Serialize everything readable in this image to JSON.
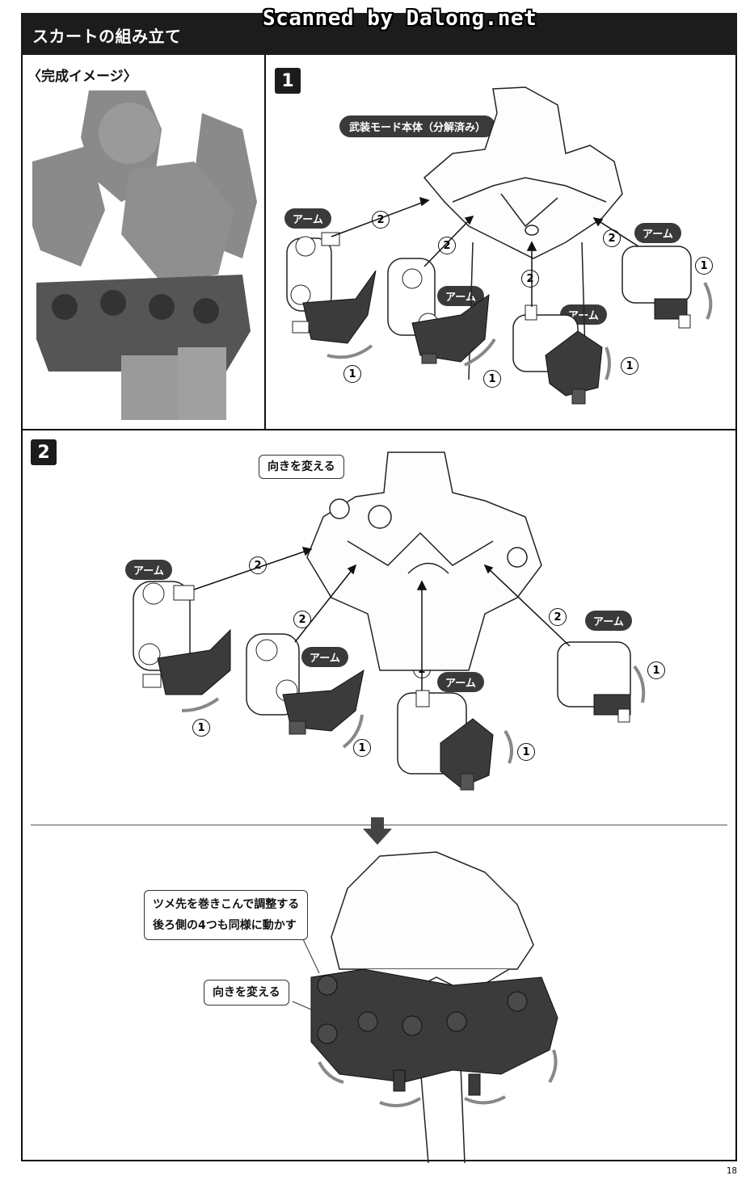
{
  "watermark": "Scanned by Dalong.net",
  "header": {
    "title": "スカートの組み立て"
  },
  "preview": {
    "label": "〈完成イメージ〉"
  },
  "step1": {
    "number": "1",
    "body_label": "武装モード本体（分解済み）",
    "arm_label": "アーム",
    "order_first": "1",
    "order_second": "2"
  },
  "step2": {
    "number": "2",
    "direction_label": "向きを変える",
    "arm_label": "アーム",
    "order_first": "1",
    "order_second": "2"
  },
  "result": {
    "claw_tip_line1": "ツメ先を巻きこんで調整する",
    "claw_tip_line2": "後ろ側の4つも同様に動かす",
    "direction_label": "向きを変える"
  },
  "page_number": "18",
  "colors": {
    "header_bg": "#1c1c1c",
    "pill_bg": "#3a3a3a",
    "armor_dark": "#3b3b3b",
    "preview_gray": "#8a8a8a"
  }
}
